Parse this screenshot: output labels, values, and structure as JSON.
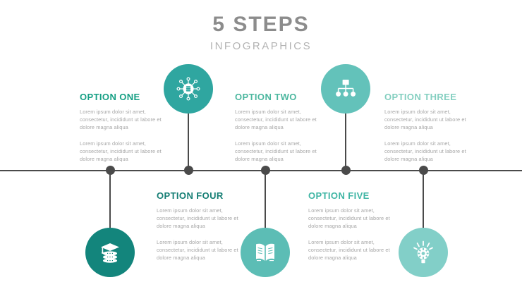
{
  "header": {
    "title": "5 STEPS",
    "subtitle": "INFOGRAPHICS",
    "title_color": "#8c8c8c",
    "subtitle_color": "#b3b3b3"
  },
  "theme": {
    "line_color": "#4a4a4a",
    "body_text_color": "#a6a6a6",
    "background": "#ffffff"
  },
  "body_text": "Lorem ipsum dolor sit amet, consectetur, incididunt ut labore et dolore magna aliqua",
  "steps": [
    {
      "id": "option-four",
      "title": "OPTION FOUR",
      "color": "#13857c",
      "title_color": "#157e74",
      "icon": "graduation-database-icon",
      "position": "below",
      "paragraph_1": "Lorem ipsum dolor sit amet, consectetur, incididunt ut labore et dolore magna aliqua",
      "paragraph_2": "Lorem ipsum dolor sit amet, consectetur, incididunt ut labore et dolore magna aliqua"
    },
    {
      "id": "option-one",
      "title": "OPTION ONE",
      "color": "#2fa6a0",
      "title_color": "#17a085",
      "icon": "network-hub-icon",
      "position": "above",
      "paragraph_1": "Lorem ipsum dolor sit amet, consectetur, incididunt ut labore et dolore magna aliqua",
      "paragraph_2": "Lorem ipsum dolor sit amet, consectetur, incididunt ut labore et dolore magna aliqua"
    },
    {
      "id": "option-five",
      "title": "OPTION FIVE",
      "color": "#5cbdb5",
      "title_color": "#3fb5a4",
      "icon": "open-book-icon",
      "position": "below",
      "paragraph_1": "Lorem ipsum dolor sit amet, consectetur, incididunt ut labore et dolore magna aliqua",
      "paragraph_2": "Lorem ipsum dolor sit amet, consectetur, incididunt ut labore et dolore magna aliqua"
    },
    {
      "id": "option-two",
      "title": "OPTION TWO",
      "color": "#63c2ba",
      "title_color": "#4cb79f",
      "icon": "hierarchy-chart-icon",
      "position": "above",
      "paragraph_1": "Lorem ipsum dolor sit amet, consectetur, incididunt ut labore et dolore magna aliqua",
      "paragraph_2": "Lorem ipsum dolor sit amet, consectetur, incididunt ut labore et dolore magna aliqua"
    },
    {
      "id": "option-three",
      "title": "OPTION THREE",
      "color": "#82cfc8",
      "title_color": "#84cfc0",
      "icon": "lightbulb-gear-icon",
      "position": "above",
      "paragraph_1": "Lorem ipsum dolor sit amet, consectetur, incididunt ut labore et dolore magna aliqua",
      "paragraph_2": "Lorem ipsum dolor sit amet, consectetur, incididunt ut labore et dolore magna aliqua"
    }
  ]
}
